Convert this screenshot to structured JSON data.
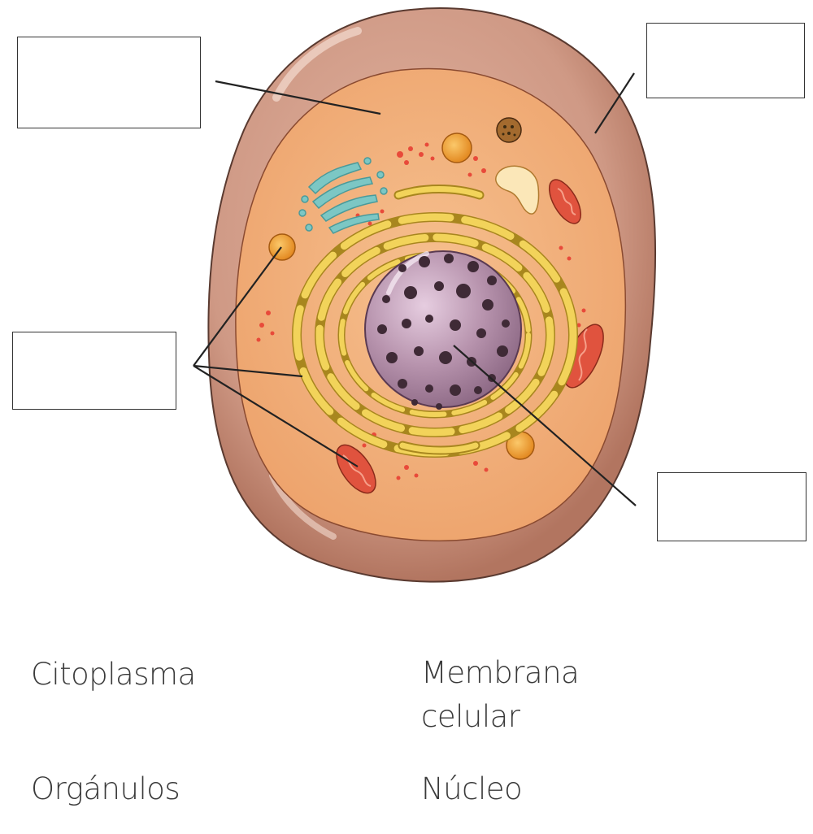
{
  "word_bank": {
    "citoplasma": "Citoplasma",
    "membrana_line1": "Membrana",
    "membrana_line2": "celular",
    "organulos": "Orgánulos",
    "nucleo": "Núcleo"
  },
  "answer_boxes": [
    {
      "id": "box-top-left",
      "value": ""
    },
    {
      "id": "box-top-right",
      "value": ""
    },
    {
      "id": "box-mid-left",
      "value": ""
    },
    {
      "id": "box-bottom-right",
      "value": ""
    }
  ],
  "colors": {
    "outer_membrane": "#c98e7a",
    "cytoplasm": "#f0b07c",
    "nucleus": "#b08aa8",
    "golgi": "#f2d35a",
    "mitochondria": "#e0533e",
    "lysosome": "#f3a640",
    "centriole": "#78c2c0",
    "leader_line": "#222222"
  }
}
